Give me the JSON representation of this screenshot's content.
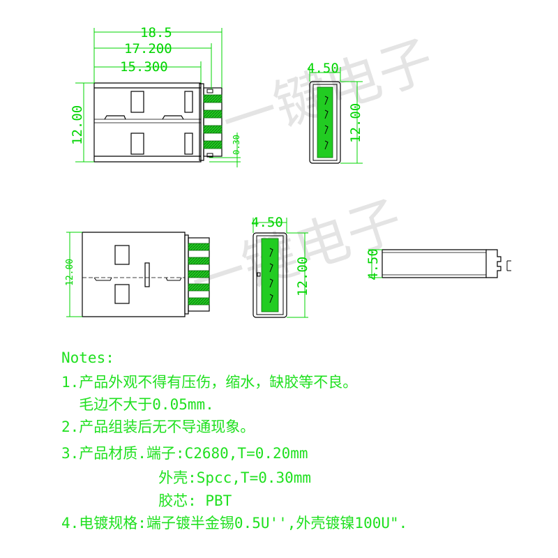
{
  "colors": {
    "line": "#000000",
    "dim": "#00d400",
    "contact": "#22cc22",
    "notes": "#1fe01f",
    "watermark": "#c8c8c8"
  },
  "watermark": {
    "text": "一键电子"
  },
  "dimensions": {
    "overall_length": "18.5",
    "contact_length": "17.200",
    "shell_length": "15.300",
    "width_top": "12.00",
    "width_bottom": "12.00",
    "tongue_gap": "0.30",
    "end_thickness_top": "4.50",
    "end_width_top": "12.00",
    "end_thickness_bottom": "4.50",
    "end_width_bottom": "12.00",
    "side_thickness": "4.50"
  },
  "notes": {
    "title": "Notes:",
    "line1": "1.产品外观不得有压伤，缩水，缺胶等不良。",
    "line1b": "  毛边不大于0.05mm.",
    "line2": "2.产品组装后无不导通现象。",
    "line3": "3.产品材质.端子:C2680,T=0.20mm",
    "line3b": "           外壳:Spcc,T=0.30mm",
    "line3c": "           胶芯: PBT",
    "line4": "4.电镀规格:端子镀半金锡0.5U'',外壳镀镍100U\"."
  }
}
